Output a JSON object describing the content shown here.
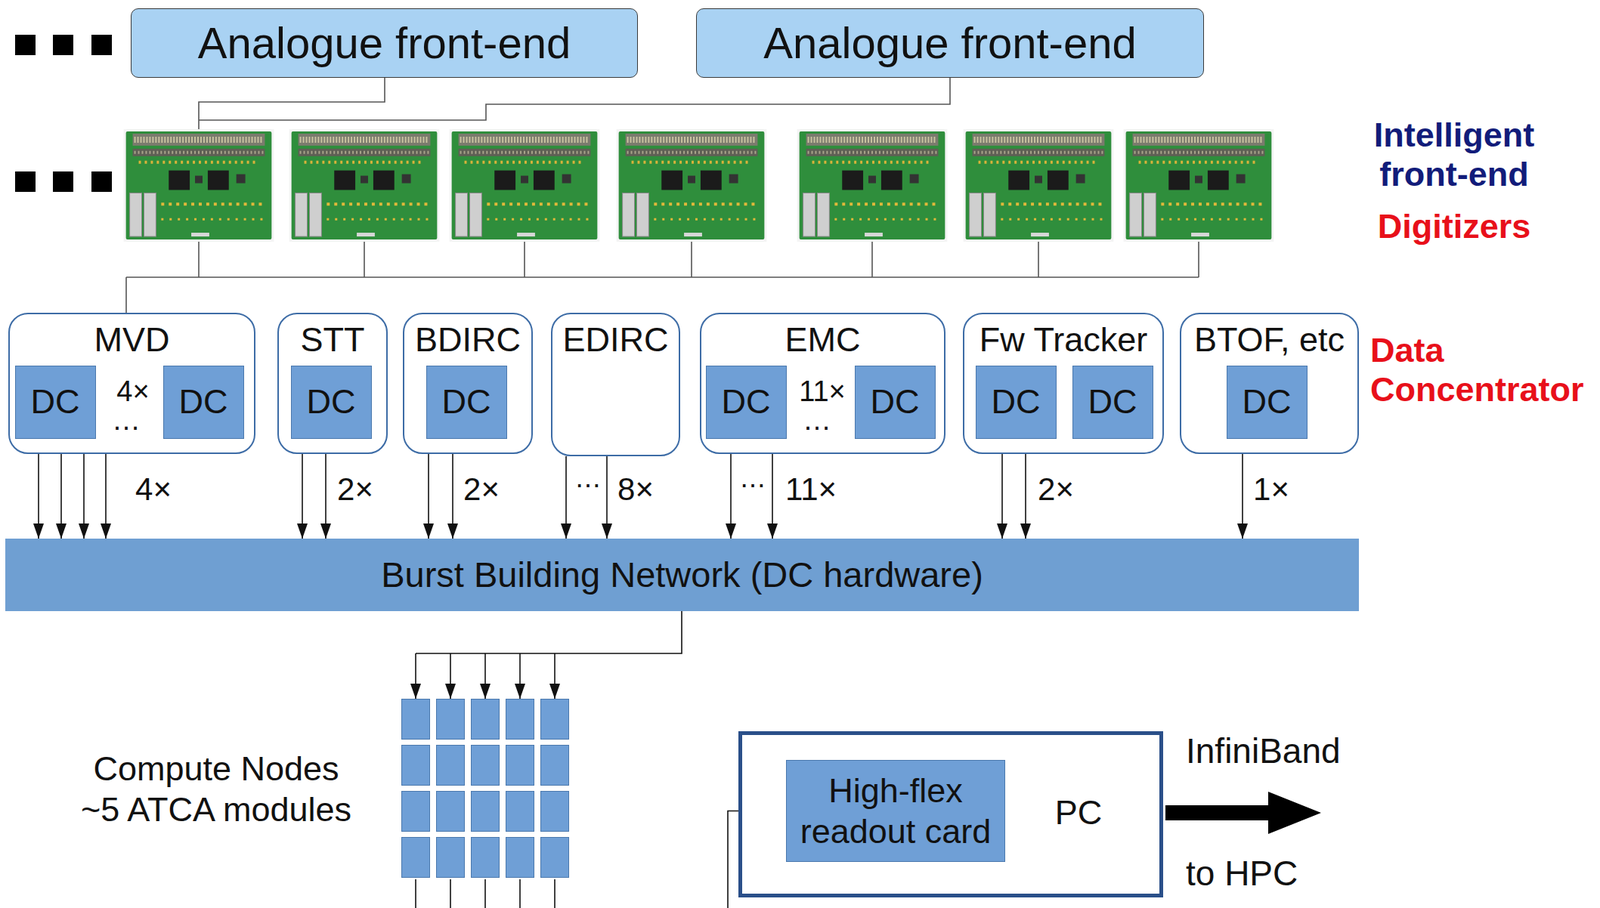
{
  "diagram": {
    "nodes": [
      {
        "text": [
          "Analogue front-end"
        ]
      },
      {
        "text": [
          "Analogue front-end"
        ]
      },
      {
        "text": [
          "MVD"
        ]
      },
      {
        "text": [
          "DC"
        ],
        "in": 2
      },
      {
        "text": [
          "DC"
        ],
        "in": 2
      },
      {
        "text": [
          "STT"
        ]
      },
      {
        "text": [
          "DC"
        ],
        "in": 5
      },
      {
        "text": [
          "BDIRC"
        ]
      },
      {
        "text": [
          "DC"
        ],
        "in": 7
      },
      {
        "text": [
          "EDIRC"
        ]
      },
      {
        "text": [
          "EMC"
        ]
      },
      {
        "text": [
          "DC"
        ],
        "in": 10
      },
      {
        "text": [
          "DC"
        ],
        "in": 10
      },
      {
        "text": [
          "Fw Tracker"
        ]
      },
      {
        "text": [
          "DC"
        ],
        "in": 13
      },
      {
        "text": [
          "DC"
        ],
        "in": 13
      },
      {
        "text": [
          "BTOF, etc"
        ]
      },
      {
        "text": [
          "DC"
        ],
        "in": 16
      },
      {
        "text": [
          "Burst Building Network (DC hardware)"
        ]
      },
      {
        "text": [
          "Compute Nodes ~5 ATCA modules"
        ]
      },
      {
        "text": [
          "PC"
        ]
      },
      {
        "text": [
          "High-flex readout card"
        ],
        "in": 20
      }
    ],
    "edges": [
      {
        "from": 2,
        "to": 18,
        "arrow": "to",
        "label": "4×"
      },
      {
        "from": 5,
        "to": 18,
        "arrow": "to",
        "label": "2×"
      },
      {
        "from": 7,
        "to": 18,
        "arrow": "to",
        "label": "2×"
      },
      {
        "from": 9,
        "to": 18,
        "arrow": "to",
        "label": "8×"
      },
      {
        "from": 10,
        "to": 18,
        "arrow": "to",
        "label": "11×"
      },
      {
        "from": 13,
        "to": 18,
        "arrow": "to",
        "label": "2×"
      },
      {
        "from": 16,
        "to": 18,
        "arrow": "to",
        "label": "1×"
      },
      {
        "from": 18,
        "to": 19,
        "arrow": "to"
      },
      {
        "from": 19,
        "to": 21,
        "arrow": "to"
      }
    ],
    "labels": [
      "Intelligent front-end",
      "Digitizers",
      "Data Concentrator",
      "4×",
      "…",
      "11×",
      "…",
      "⋯",
      "⋯",
      "InfiniBand",
      "to HPC"
    ]
  }
}
